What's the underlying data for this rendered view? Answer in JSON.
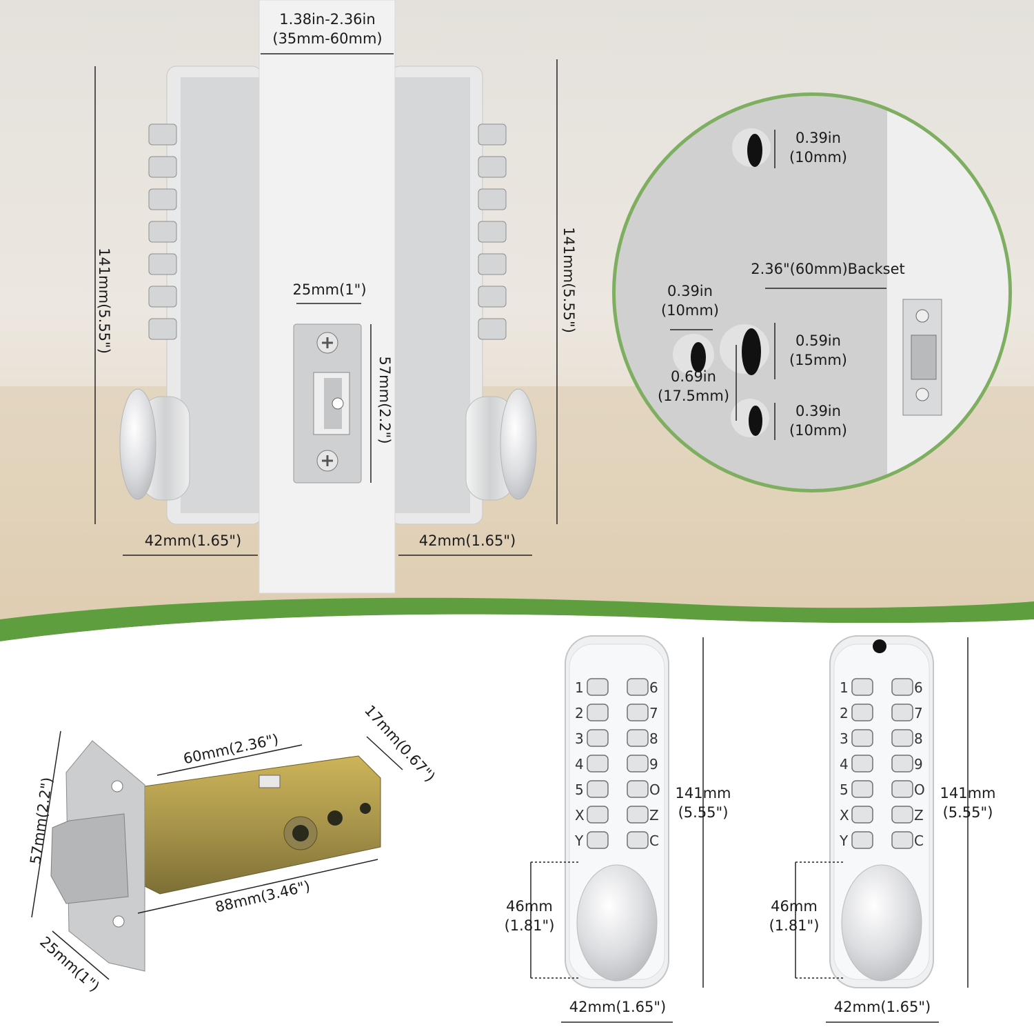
{
  "colors": {
    "accent_green": "#5f9e3f",
    "brass": "#b89a3a",
    "steel": "#c9cbcd",
    "wall": "#d2d2d2",
    "background": "#ffffff"
  },
  "top_section": {
    "door_thickness": {
      "line1": "1.38in-2.36in",
      "line2": "(35mm-60mm)"
    },
    "left_height": "141mm(5.55\")",
    "right_height": "141mm(5.55\")",
    "latch_width": "25mm(1\")",
    "latch_height": "57mm(2.2\")",
    "left_depth": "42mm(1.65\")",
    "right_depth": "42mm(1.65\")"
  },
  "hole_detail": {
    "top_hole": {
      "line1": "0.39in",
      "line2": "(10mm)"
    },
    "backset": "2.36\"(60mm)Backset",
    "left_hole": {
      "line1": "0.39in",
      "line2": "(10mm)"
    },
    "center_hole": {
      "line1": "0.59in",
      "line2": "(15mm)"
    },
    "spacing": {
      "line1": "0.69in",
      "line2": "(17.5mm)"
    },
    "bottom_hole": {
      "line1": "0.39in",
      "line2": "(10mm)"
    }
  },
  "latch_section": {
    "height": "57mm(2.2\")",
    "backset": "60mm(2.36\")",
    "width": "17mm(0.67\")",
    "length": "88mm(3.46\")",
    "face_width": "25mm(1\")"
  },
  "keypads": [
    {
      "height": {
        "line1": "141mm",
        "line2": "(5.55\")"
      },
      "knob_height": {
        "line1": "46mm",
        "line2": "(1.81\")"
      },
      "width": "42mm(1.65\")",
      "keys_left": [
        "1",
        "2",
        "3",
        "4",
        "5",
        "X",
        "Y"
      ],
      "keys_right": [
        "6",
        "7",
        "8",
        "9",
        "O",
        "Z",
        "C"
      ]
    },
    {
      "height": {
        "line1": "141mm",
        "line2": "(5.55\")"
      },
      "knob_height": {
        "line1": "46mm",
        "line2": "(1.81\")"
      },
      "width": "42mm(1.65\")",
      "keys_left": [
        "1",
        "2",
        "3",
        "4",
        "5",
        "X",
        "Y"
      ],
      "keys_right": [
        "6",
        "7",
        "8",
        "9",
        "O",
        "Z",
        "C"
      ]
    }
  ]
}
